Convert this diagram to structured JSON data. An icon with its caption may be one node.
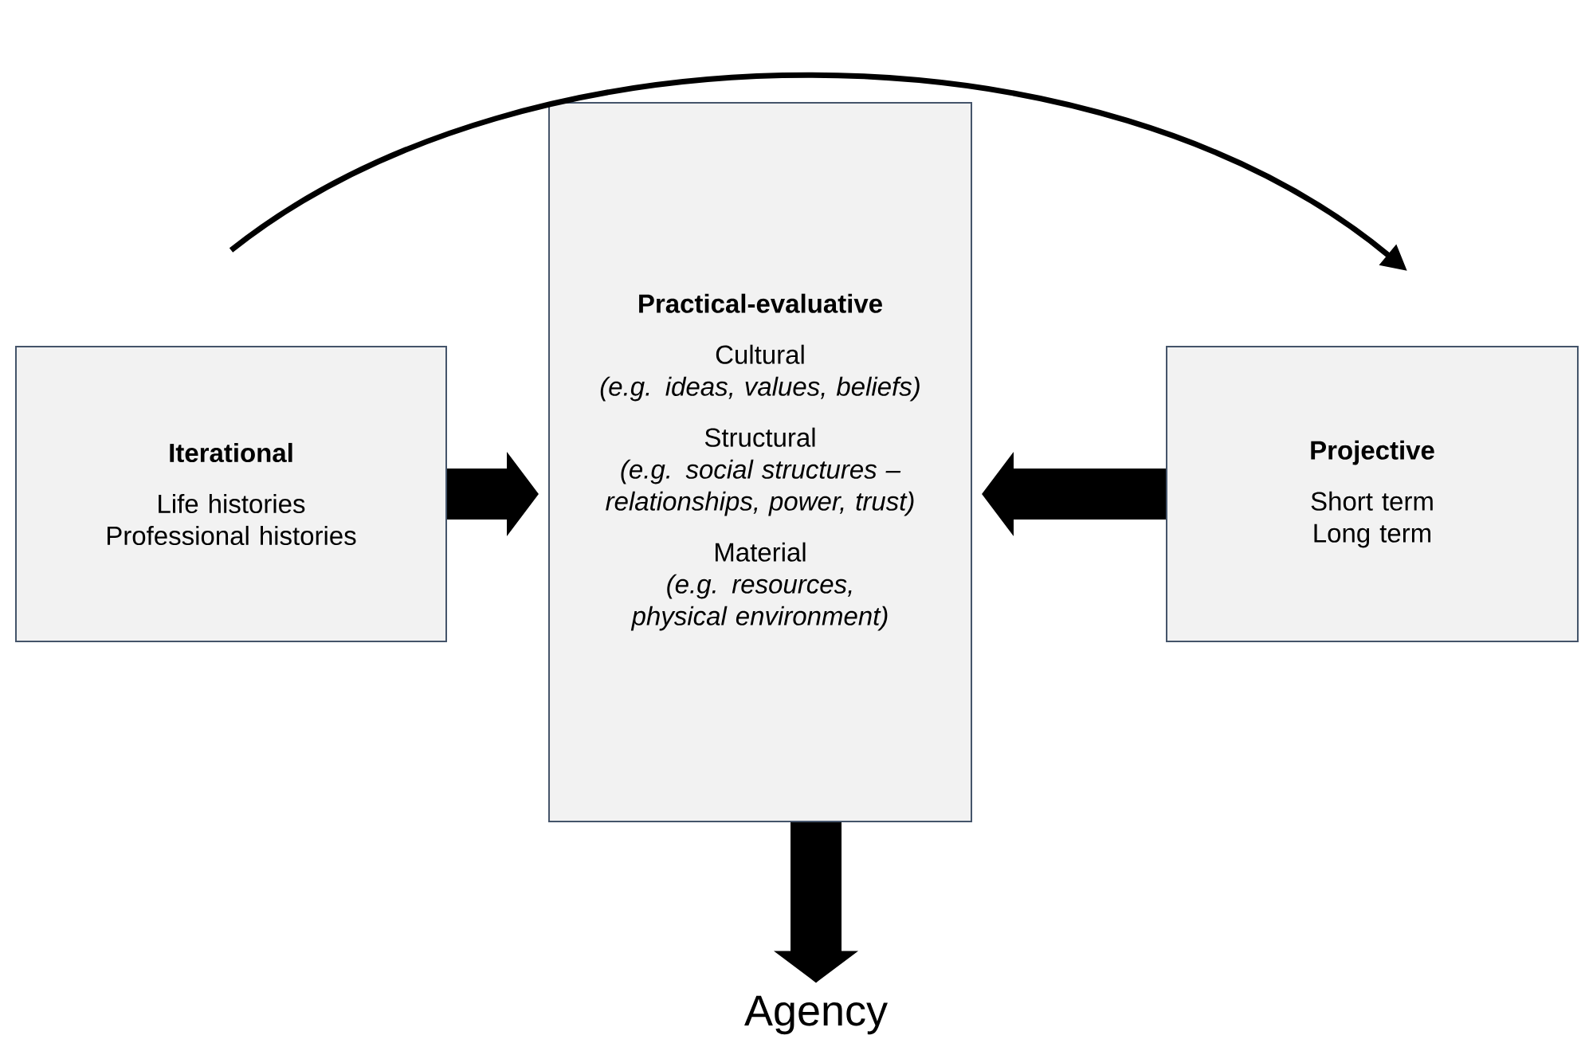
{
  "diagram": {
    "nodes": [
      {
        "text": [
          "Iterational",
          "Life histories",
          "Professional histories"
        ]
      },
      {
        "text": [
          "Practical-evaluative",
          "Cultural",
          "(e.g. ideas, values, beliefs)",
          "Structural",
          "(e.g. social structures – relationships, power, trust)",
          "Material",
          "(e.g. resources, physical environment)"
        ]
      },
      {
        "text": [
          "Projective",
          "Short term",
          "Long term"
        ]
      },
      {
        "text": [
          "Agency"
        ]
      }
    ],
    "edges": [
      {
        "from": 0,
        "to": 1,
        "arrow": "to"
      },
      {
        "from": 2,
        "to": 1,
        "arrow": "to"
      },
      {
        "from": 1,
        "to": 3,
        "arrow": "to"
      },
      {
        "from": 0,
        "to": 2,
        "arrow": "to"
      }
    ]
  }
}
